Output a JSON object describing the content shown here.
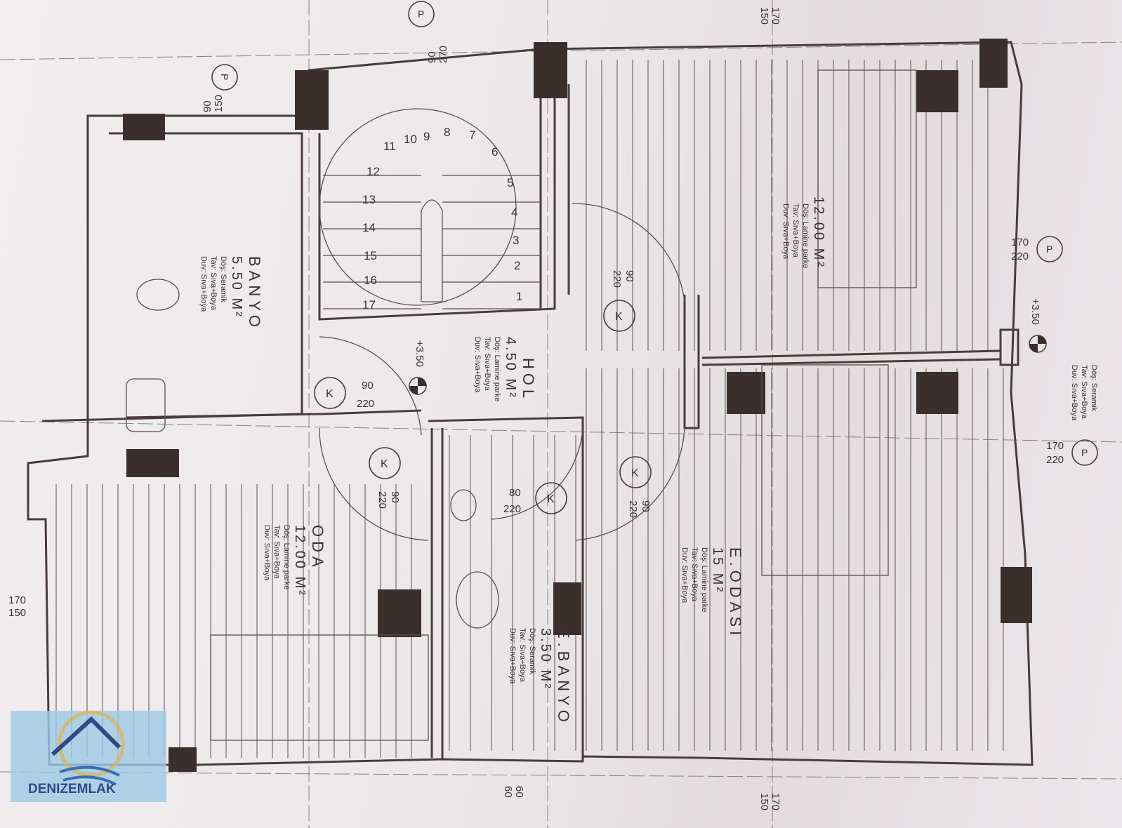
{
  "rooms": [
    {
      "id": "banyo",
      "name": "BANYO",
      "area": "5.50 M²",
      "floor": "Döş: Seramik",
      "ceiling": "Tav: Sıva+Boya",
      "wall": "Duv: Sıva+Boya"
    },
    {
      "id": "hol",
      "name": "HOL",
      "area": "4.50 M²",
      "floor": "Döş: Lamine parke",
      "ceiling": "Tav: Sıva+Boya",
      "wall": "Duv: Sıva+Boya"
    },
    {
      "id": "oda_top",
      "name": "",
      "area": "12.00 M²",
      "floor": "Döş: Lamine parke",
      "ceiling": "Tav: Sıva+Boya",
      "wall": "Duv: Sıva+Boya"
    },
    {
      "id": "oda",
      "name": "ODA",
      "area": "12.00 M²",
      "floor": "Döş: Lamine parke",
      "ceiling": "Tav: Sıva+Boya",
      "wall": "Duv: Sıva+Boya"
    },
    {
      "id": "ebanyo",
      "name": "E.BANYO",
      "area": "3.50 M²",
      "floor": "Döş: Seramik",
      "ceiling": "Tav: Sıva+Boya",
      "wall": "Duv: Sıva+Boya"
    },
    {
      "id": "eodasi",
      "name": "E.ODASI",
      "area": "15 M²",
      "floor": "Döş: Lamine parke",
      "ceiling": "Tav: Sıva+Boya",
      "wall": "Duv: Sıva+Boya"
    },
    {
      "id": "outside",
      "name": "",
      "area": "",
      "floor": "Döş: Seramik",
      "ceiling": "Tav: Sıva+Boya",
      "wall": "Duv: Sıva+Boya"
    }
  ],
  "doors": [
    {
      "tag": "K",
      "width": "90",
      "height": "220"
    },
    {
      "tag": "K",
      "width": "90",
      "height": "220"
    },
    {
      "tag": "K",
      "width": "90",
      "height": "220"
    },
    {
      "tag": "K",
      "width": "90",
      "height": "220"
    },
    {
      "tag": "K",
      "width": "80",
      "height": "220"
    }
  ],
  "windows": [
    {
      "tag": "P",
      "width": "90",
      "height": "150"
    },
    {
      "tag": "P",
      "width": "90",
      "height": "270"
    },
    {
      "tag": "P",
      "width": "170",
      "height": "220"
    },
    {
      "tag": "P",
      "width": "170",
      "height": "220"
    }
  ],
  "dimensions": [
    {
      "a": "170",
      "b": "150"
    },
    {
      "a": "170",
      "b": "150"
    },
    {
      "a": "170",
      "b": "150"
    },
    {
      "a": "60",
      "b": "60"
    }
  ],
  "levels": [
    "+3.50",
    "+3.50"
  ],
  "stairs": [
    "1",
    "2",
    "3",
    "4",
    "5",
    "6",
    "7",
    "8",
    "9",
    "10",
    "11",
    "12",
    "13",
    "14",
    "15",
    "16",
    "17"
  ],
  "logo": {
    "text": "DENIZEMLAK",
    "colors": {
      "primary": "#2c4a86",
      "sun": "#e0b24a",
      "water": "#3a6fb0",
      "background": "#9ec9e4"
    }
  }
}
